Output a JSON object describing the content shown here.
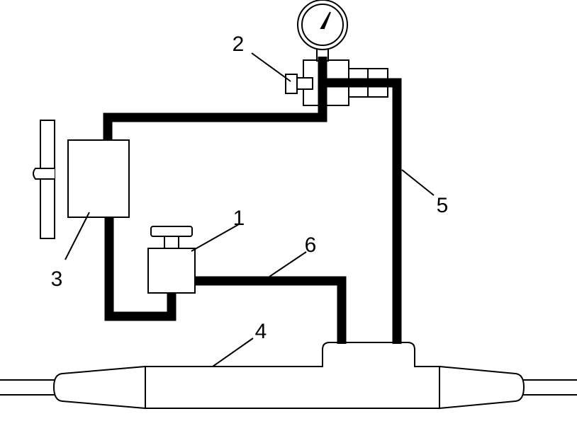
{
  "diagram": {
    "callouts": [
      {
        "id": "1",
        "text": "1"
      },
      {
        "id": "2",
        "text": "2"
      },
      {
        "id": "3",
        "text": "3"
      },
      {
        "id": "4",
        "text": "4"
      },
      {
        "id": "5",
        "text": "5"
      },
      {
        "id": "6",
        "text": "6"
      }
    ],
    "colors": {
      "line": "#000000",
      "fill": "#ffffff"
    }
  }
}
